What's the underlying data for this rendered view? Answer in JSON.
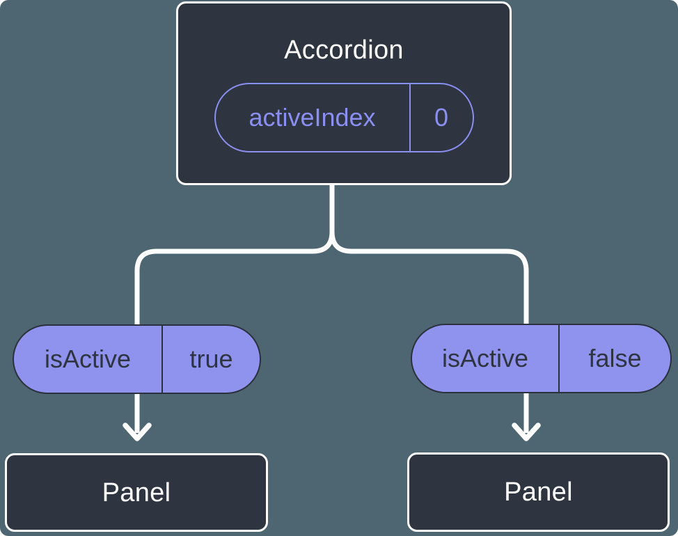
{
  "colors": {
    "bg": "#4D6671",
    "node-fill": "#2E3440",
    "node-border": "#FFFFFF",
    "accent": "#8A8FF2",
    "pill-fill": "#8F93EE",
    "pill-border": "#2B313C",
    "pill-text": "#2E3440",
    "line": "#FFFFFF"
  },
  "root_node": {
    "title": "Accordion",
    "state": {
      "label": "activeIndex",
      "value": "0"
    }
  },
  "props": [
    {
      "label": "isActive",
      "value": "true"
    },
    {
      "label": "isActive",
      "value": "false"
    }
  ],
  "child_nodes": [
    {
      "title": "Panel"
    },
    {
      "title": "Panel"
    }
  ]
}
